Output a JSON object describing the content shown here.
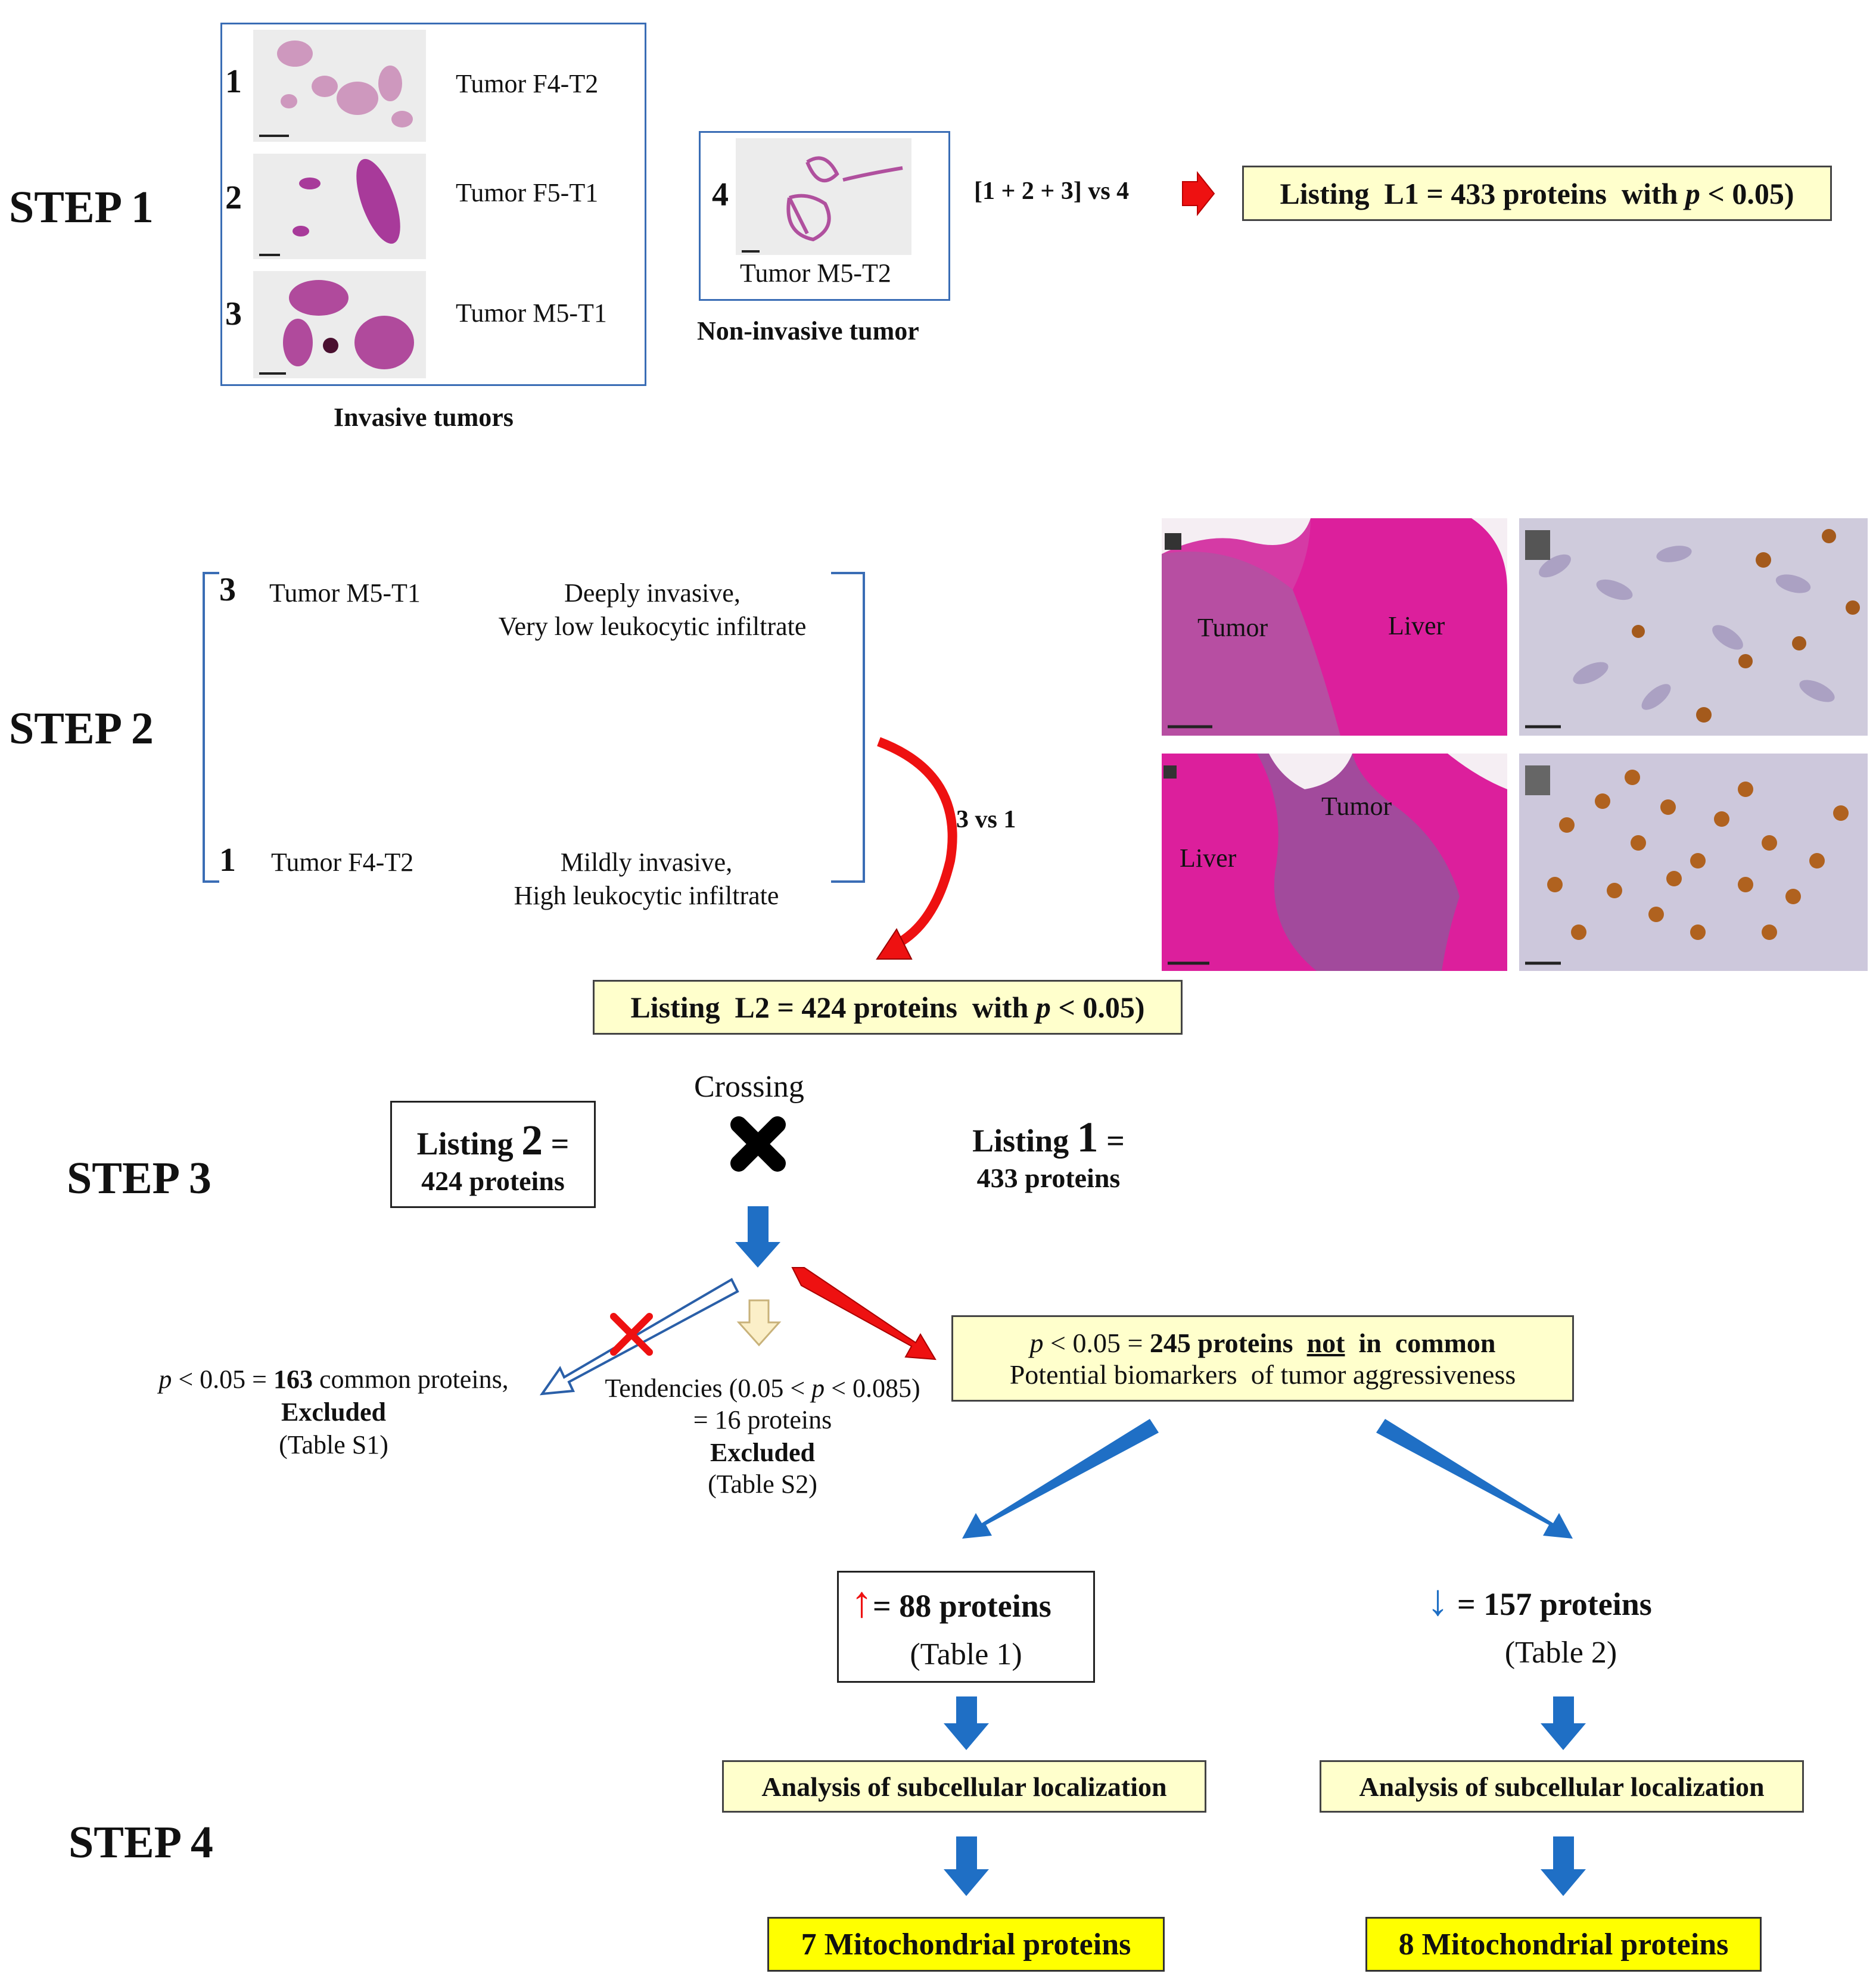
{
  "steps": {
    "s1": "STEP 1",
    "s2": "STEP 2",
    "s3": "STEP 3",
    "s4": "STEP 4"
  },
  "step1": {
    "invasive": [
      {
        "num": "1",
        "label": "Tumor F4-T2"
      },
      {
        "num": "2",
        "label": "Tumor F5-T1"
      },
      {
        "num": "3",
        "label": "Tumor M5-T1"
      }
    ],
    "invasive_caption": "Invasive tumors",
    "noninvasive": {
      "num": "4",
      "label": "Tumor M5-T2"
    },
    "noninvasive_caption": "Non-invasive tumor",
    "comparison": "[1 + 2 + 3] vs 4",
    "listing": {
      "prefix": "Listing  L1 = 433 proteins  with ",
      "p": "p",
      "suffix": " < 0.05)"
    }
  },
  "step2": {
    "rows": [
      {
        "num": "3",
        "label": "Tumor M5-T1",
        "desc1": "Deeply  invasive,",
        "desc2": "Very low leukocytic infiltrate"
      },
      {
        "num": "1",
        "label": "Tumor F4-T2",
        "desc1": "Mildly  invasive,",
        "desc2": "High  leukocytic infiltrate"
      }
    ],
    "comparison": "3 vs 1",
    "images": {
      "tumor_top": "Tumor",
      "liver_top": "Liver",
      "tumor_bottom": "Tumor",
      "liver_bottom": "Liver"
    },
    "listing": {
      "prefix": "Listing  L2 = 424 proteins  with ",
      "p": "p",
      "suffix": " < 0.05)"
    }
  },
  "step3": {
    "crossing": "Crossing",
    "listing2": {
      "prefix": "Listing ",
      "big": "2",
      "suffix": " =",
      "sub": "424 proteins"
    },
    "listing1": {
      "prefix": "Listing ",
      "big": "1",
      "suffix": " =",
      "sub": "433 proteins"
    },
    "common": {
      "p": "p",
      "pre": " < 0.05 = ",
      "count": "163",
      "post": " common proteins,",
      "excluded": "Excluded",
      "table": "(Table S1)"
    },
    "tendencies": {
      "pre": "Tendencies (0.05 < ",
      "p": "p",
      "post": " < 0.085)",
      "count": "= 16 proteins",
      "excluded": "Excluded",
      "table": "(Table S2)"
    },
    "notcommon": {
      "p": "p",
      "pre": " < 0.05 = ",
      "bold": "245 proteins  ",
      "not": "not",
      "tail": "  in  common",
      "line2": "Potential biomarkers  of tumor aggressiveness"
    },
    "up": {
      "arrow": "↑",
      "count": "= 88 proteins",
      "table": "(Table 1)"
    },
    "down": {
      "arrow": "↓",
      "count": "= 157 proteins",
      "table": "(Table 2)"
    }
  },
  "step4": {
    "analysis_left": "Analysis  of subcellular  localization",
    "analysis_right": "Analysis  of subcellular  localization",
    "result_left": "7 Mitochondrial proteins",
    "result_right": "8 Mitochondrial proteins"
  },
  "colors": {
    "blue_arrow": "#1f6fc5",
    "red_arrow": "#ee1111",
    "box_yellow": "#ffffcc",
    "result_yellow": "#ffff00",
    "he_pink": "#d4149b",
    "ihc_bg": "#c9c5d8"
  }
}
